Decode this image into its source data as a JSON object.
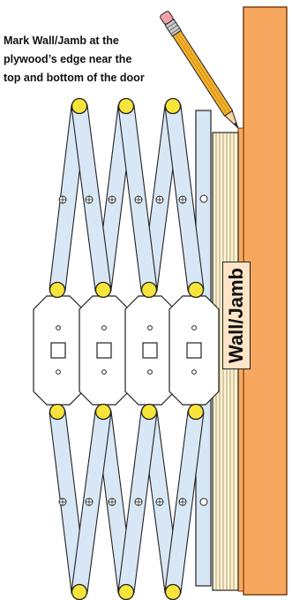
{
  "instruction": {
    "lines": [
      "Mark Wall/Jamb at the",
      "plywood’s edge near the",
      "top and bottom of the door"
    ]
  },
  "wall": {
    "label": "Wall/Jamb"
  },
  "colors": {
    "wall": "#f8a85e",
    "wall_edge": "#7a3e0e",
    "label_bg": "#ffe4c8",
    "plywood": "#fdf1cf",
    "slat": "#d8e7f6",
    "pivot": "#f7e43a",
    "pencil_body": "#f2b12c",
    "eraser": "#f2a2a6",
    "outline": "#222222"
  },
  "icons": [
    "pencil-icon",
    "pivot-bolt-icon",
    "cross-bolt-icon",
    "mounting-plate-icon"
  ]
}
